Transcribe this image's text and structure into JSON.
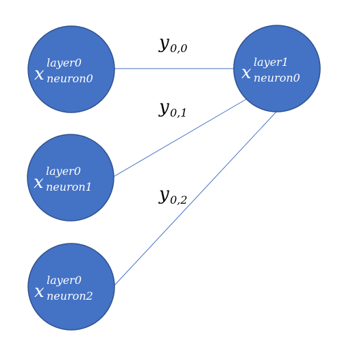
{
  "colors": {
    "node_fill": "#4472C4",
    "node_stroke": "#2F528F",
    "edge": "#4472C4"
  },
  "nodes": [
    {
      "base": "x",
      "sup": "layer0",
      "sub": "neuron0"
    },
    {
      "base": "x",
      "sup": "layer0",
      "sub": "neuron1"
    },
    {
      "base": "x",
      "sup": "layer0",
      "sub": "neuron2"
    },
    {
      "base": "x",
      "sup": "layer1",
      "sub": "neuron0"
    }
  ],
  "edges": [
    {
      "base": "y",
      "sub": "0,0"
    },
    {
      "base": "y",
      "sub": "0,1"
    },
    {
      "base": "y",
      "sub": "0,2"
    }
  ]
}
